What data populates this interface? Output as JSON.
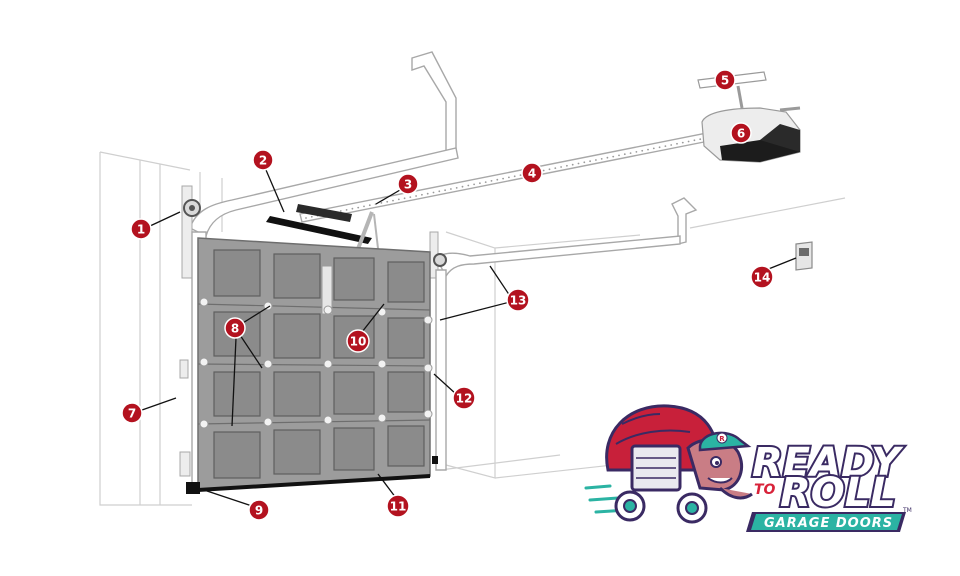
{
  "diagram": {
    "callouts": [
      {
        "id": "1",
        "label": "1"
      },
      {
        "id": "2",
        "label": "2"
      },
      {
        "id": "3",
        "label": "3"
      },
      {
        "id": "4",
        "label": "4"
      },
      {
        "id": "5",
        "label": "5"
      },
      {
        "id": "6",
        "label": "6"
      },
      {
        "id": "7",
        "label": "7"
      },
      {
        "id": "8",
        "label": "8"
      },
      {
        "id": "9",
        "label": "9"
      },
      {
        "id": "10",
        "label": "10"
      },
      {
        "id": "11",
        "label": "11"
      },
      {
        "id": "12",
        "label": "12"
      },
      {
        "id": "13",
        "label": "13"
      },
      {
        "id": "14",
        "label": "14"
      }
    ]
  },
  "logo": {
    "word_ready": "READY",
    "word_to": "TO",
    "word_roll": "ROLL",
    "tagline": "GARAGE DOORS",
    "trademark": "TM",
    "cap_letter": "R"
  },
  "colors": {
    "callout_red": "#b3121f",
    "door_gray": "#8b8b8b",
    "logo_purple": "#3a2a63",
    "logo_red": "#d8233a",
    "logo_teal": "#2bb3a3"
  }
}
